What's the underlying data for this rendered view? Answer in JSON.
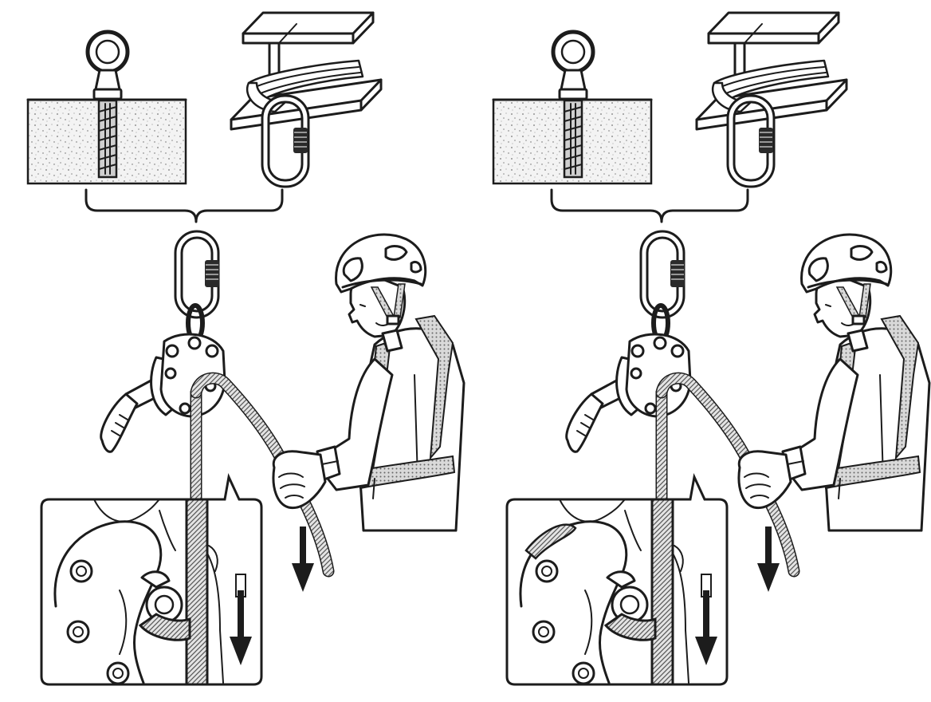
{
  "figure": {
    "panels": [
      {
        "id": "left",
        "anchors": [
          "eye-bolt-in-concrete",
          "sling-on-steel-beam"
        ],
        "device": "pulley-descender",
        "arrow_direction": "down",
        "inset": "close-up-rope-cam-engaged"
      },
      {
        "id": "right",
        "anchors": [
          "eye-bolt-in-concrete",
          "sling-on-steel-beam"
        ],
        "device": "pulley-descender",
        "arrow_direction": "down",
        "inset": "close-up-rope-cam-released"
      }
    ],
    "colors": {
      "line": "#1c1c1c",
      "background": "#ffffff",
      "concrete": "#f2f2f2"
    }
  }
}
